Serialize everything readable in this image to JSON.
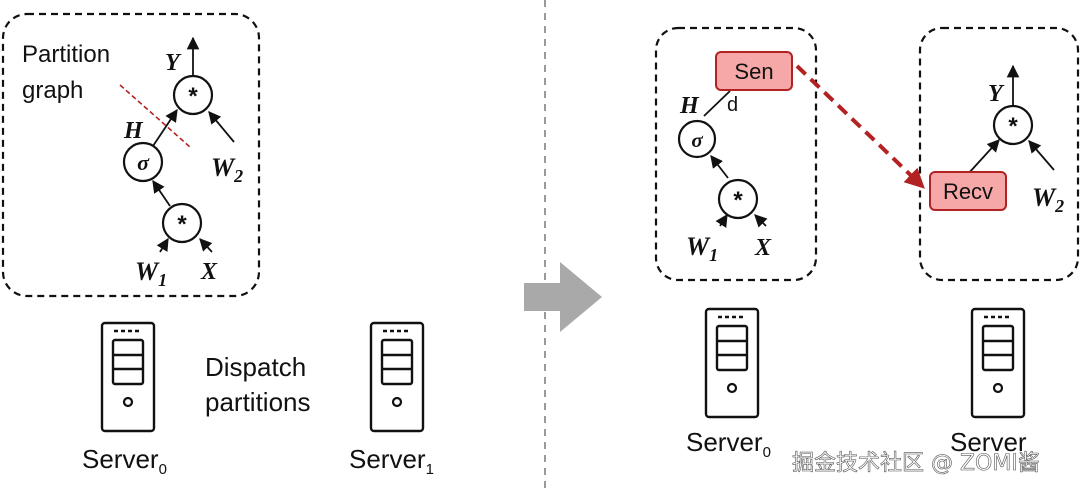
{
  "left": {
    "annotation_line1": "Partition",
    "annotation_line2": "graph",
    "nodes": {
      "mul_top": "*",
      "sigma": "σ",
      "mul_bottom": "*"
    },
    "vars": {
      "Y": "Y",
      "H": "H",
      "W2": "W",
      "W2_sub": "2",
      "W1": "W",
      "W1_sub": "1",
      "X": "X"
    },
    "server0_label": "Server",
    "server0_sub": "0",
    "server1_label": "Server",
    "server1_sub": "1",
    "dispatch_line1": "Dispatch",
    "dispatch_line2": "partitions"
  },
  "right": {
    "send_label": "Sen",
    "send_suffix": "d",
    "recv_label": "Recv",
    "nodes": {
      "sigma": "σ",
      "mul_bottom": "*",
      "mul_top": "*"
    },
    "vars": {
      "H": "H",
      "W1": "W",
      "W1_sub": "1",
      "X": "X",
      "Y": "Y",
      "W2": "W",
      "W2_sub": "2"
    },
    "server0_label": "Server",
    "server0_sub": "0",
    "server1_label": "Server"
  },
  "watermark": "掘金技术社区 @ ZOMI酱",
  "colors": {
    "send_recv_fill": "#f6a7a7",
    "send_recv_stroke": "#b22222",
    "transfer_arrow": "#b22222",
    "cut_line": "#b22222",
    "divider": "#9a9a9a",
    "dispatch_arrow": "#a9a9a9"
  }
}
